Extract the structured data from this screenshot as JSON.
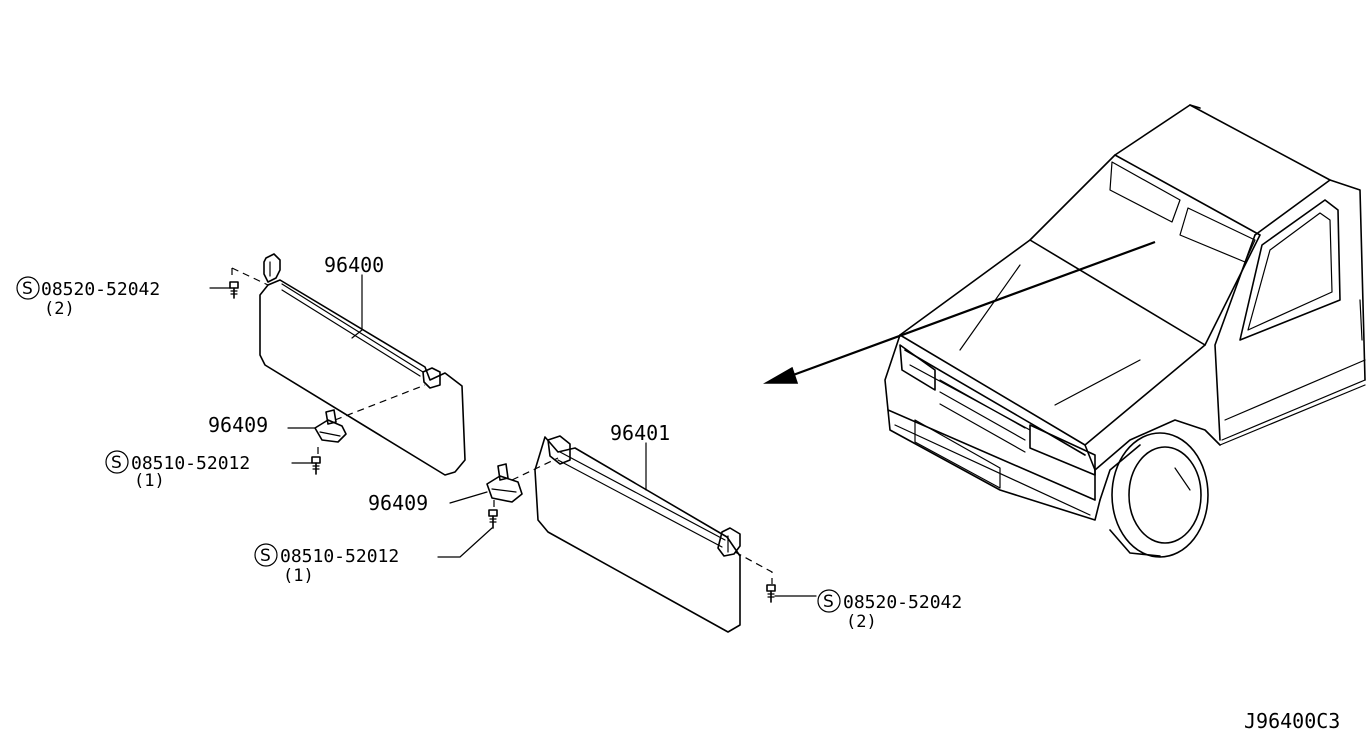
{
  "parts": {
    "visor_left": "96400",
    "visor_right": "96401",
    "holder_upper": "96409",
    "holder_lower": "96409"
  },
  "fasteners": {
    "screw_top_left": {
      "prefix": "S",
      "code": "08520-52042",
      "qty": "(2)"
    },
    "screw_mid_left": {
      "prefix": "S",
      "code": "08510-52012",
      "qty": "(1)"
    },
    "screw_lower_center": {
      "prefix": "S",
      "code": "08510-52012",
      "qty": "(1)"
    },
    "screw_right": {
      "prefix": "S",
      "code": "08520-52042",
      "qty": "(2)"
    }
  },
  "diagram_code": "J96400C3"
}
